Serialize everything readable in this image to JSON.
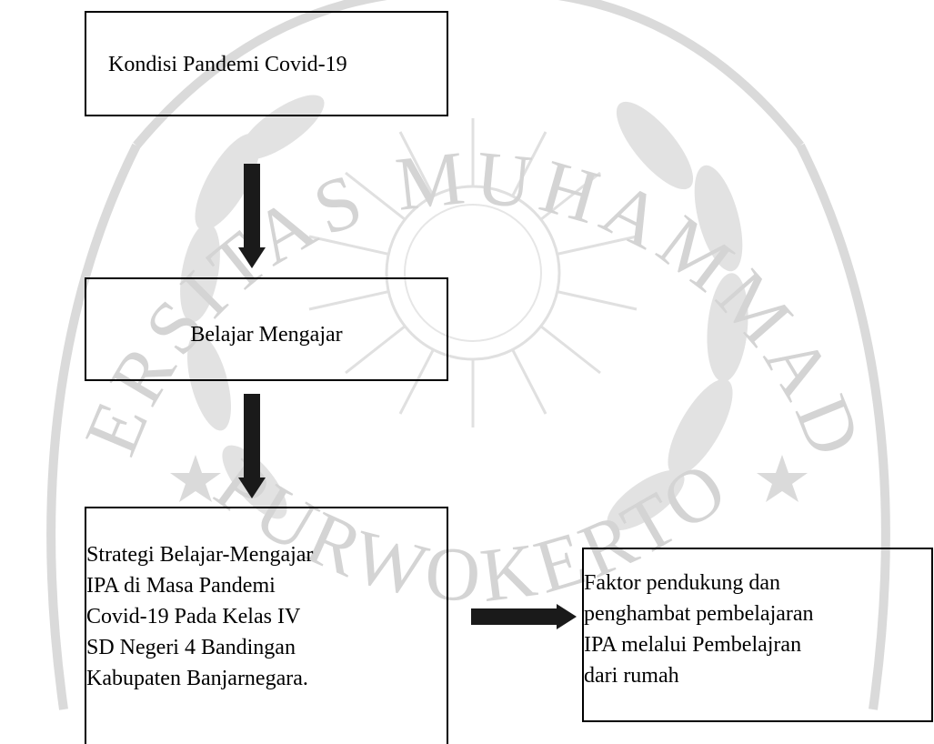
{
  "watermark": {
    "top_text": "UNIVERSITAS MUHAMMADIYAH",
    "bottom_text": "PURWOKERTO",
    "color": "#d4d4d4"
  },
  "flow": {
    "kondisi": "Kondisi Pandemi Covid-19",
    "belajar": "Belajar Mengajar",
    "strategi_lines": [
      "Strategi Belajar-Mengajar",
      "IPA di Masa Pandemi",
      "Covid-19 Pada Kelas IV",
      "SD Negeri 4 Bandingan",
      "Kabupaten Banjarnegara."
    ],
    "faktor_lines": [
      "Faktor pendukung dan",
      "penghambat pembelajaran",
      "IPA melalui Pembelajran",
      "dari rumah"
    ]
  },
  "colors": {
    "border": "#000000",
    "arrow": "#1a1a1a"
  }
}
